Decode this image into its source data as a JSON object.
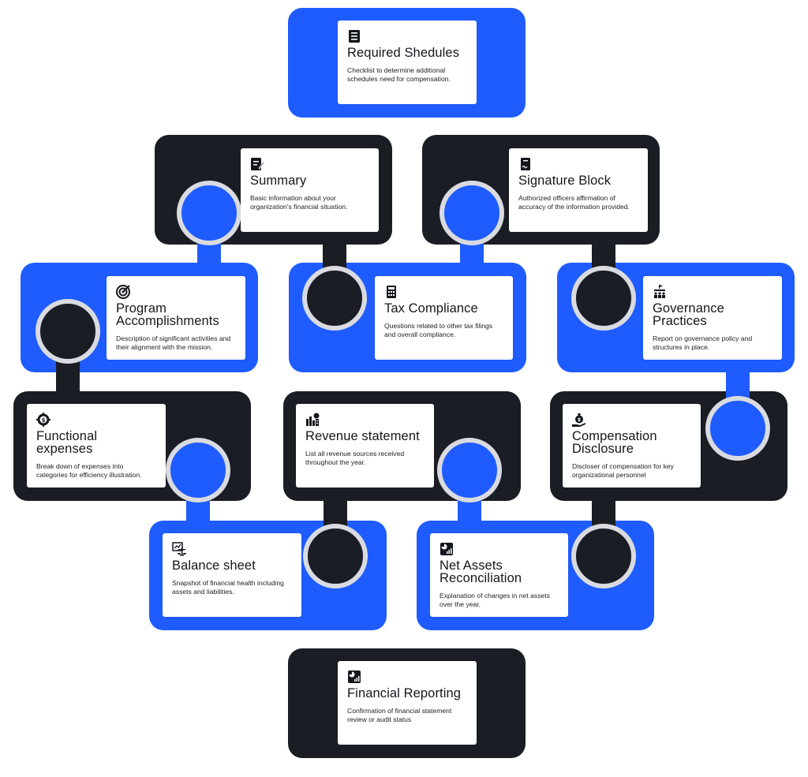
{
  "colors": {
    "blue": "#1f5cff",
    "dark": "#1b1d24",
    "card": "#ffffff"
  },
  "cards": [
    {
      "id": "required-schedules",
      "icon": "checklist-icon",
      "title": "Required Shedules",
      "desc": "Checklist to determine additional schedules need for compensation.",
      "piece": "blue"
    },
    {
      "id": "summary",
      "icon": "document-edit-icon",
      "title": "Summary",
      "desc": "Basic information about your organization's financial situation.",
      "piece": "dark"
    },
    {
      "id": "signature-block",
      "icon": "signature-document-icon",
      "title": "Signature Block",
      "desc": "Authorized officers affirmation of accuracy of the information provided.",
      "piece": "dark"
    },
    {
      "id": "program-accomplishments",
      "icon": "target-icon",
      "title": "Program Accomplishments",
      "desc": "Description of significant activities and their alignment with the mission.",
      "piece": "blue"
    },
    {
      "id": "tax-compliance",
      "icon": "tax-calculator-icon",
      "title": "Tax Compliance",
      "desc": "Questions related to other tax filings and overall compliance.",
      "piece": "blue"
    },
    {
      "id": "governance-practices",
      "icon": "board-meeting-icon",
      "title": "Governance Practices",
      "desc": "Report on governance policy and structures in place.",
      "piece": "blue"
    },
    {
      "id": "functional-expenses",
      "icon": "dollar-gear-icon",
      "title": "Functional expenses",
      "desc": "Break down of expenses into categories for efficiency illustration.",
      "piece": "dark"
    },
    {
      "id": "revenue-statement",
      "icon": "revenue-chart-icon",
      "title": "Revenue statement",
      "desc": "List all revenue sources received throughout the year.",
      "piece": "dark"
    },
    {
      "id": "compensation-disclosure",
      "icon": "money-bag-hand-icon",
      "title": "Compensation Disclosure",
      "desc": "Discloser of compensation for key organizational personnel",
      "piece": "dark"
    },
    {
      "id": "balance-sheet",
      "icon": "balance-scale-icon",
      "title": "Balance sheet",
      "desc": "Snapshot of financial health including assets and liabilities.",
      "piece": "blue"
    },
    {
      "id": "net-assets-reconciliation",
      "icon": "report-chart-icon",
      "title": "Net Assets Reconciliation",
      "desc": "Explanation of changes in net assets over the year.",
      "piece": "blue"
    },
    {
      "id": "financial-reporting",
      "icon": "report-chart-icon",
      "title": "Financial Reporting",
      "desc": "Confirmation of financial statement review or audit status",
      "piece": "dark"
    }
  ]
}
